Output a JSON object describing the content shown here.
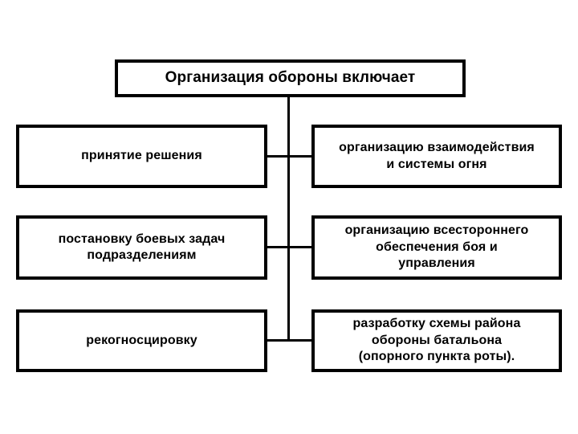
{
  "diagram": {
    "title": {
      "text": "Организация обороны включает"
    },
    "rows": [
      {
        "left": {
          "text": "принятие решения"
        },
        "right": {
          "text": "организацию взаимодействия\nи системы огня"
        }
      },
      {
        "left": {
          "text": "постановку боевых задач\nподразделениям"
        },
        "right": {
          "text": "организацию всестороннего\nобеспечения боя и\nуправления"
        }
      },
      {
        "left": {
          "text": "рекогносцировку"
        },
        "right": {
          "text": "разработку схемы района\nобороны батальона\n(опорного пункта роты)."
        }
      }
    ],
    "colors": {
      "background": "#ffffff",
      "border": "#000000",
      "text": "#000000",
      "connector": "#000000"
    }
  }
}
